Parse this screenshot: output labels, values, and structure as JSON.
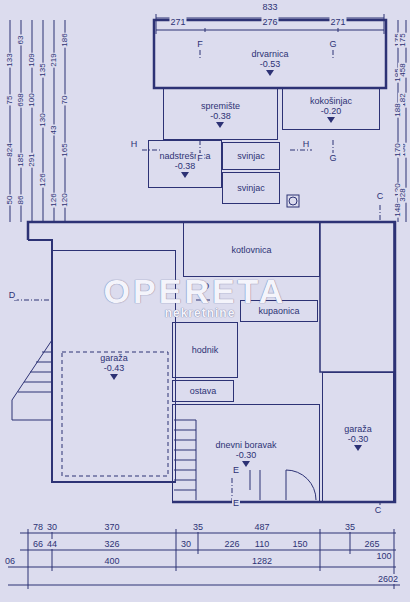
{
  "diagram": {
    "nodes": [
      {
        "text": [
          "drvarnica",
          "-0.53"
        ]
      },
      {
        "text": [
          "spremište",
          "-0.38"
        ]
      },
      {
        "text": [
          "kokošinjac",
          "-0.20"
        ]
      },
      {
        "text": [
          "nadstrešnica",
          "-0.38"
        ]
      },
      {
        "text": [
          "svinjac"
        ]
      },
      {
        "text": [
          "svinjac"
        ]
      },
      {
        "text": [
          "kotlovnica"
        ]
      },
      {
        "text": [
          "kupaonica"
        ]
      },
      {
        "text": [
          "hodnik"
        ]
      },
      {
        "text": [
          "ostava"
        ]
      },
      {
        "text": [
          "garaža",
          "-0.43"
        ]
      },
      {
        "text": [
          "dnevni boravak",
          "-0.30"
        ]
      },
      {
        "text": [
          "garaža",
          "-0.30"
        ]
      }
    ],
    "labels": [
      "833",
      "271",
      "276",
      "271",
      "F",
      "G",
      "H",
      "F",
      "H",
      "G",
      "D",
      "D",
      "C",
      "C",
      "E",
      "E",
      "824",
      "698",
      "291",
      "126",
      "126",
      "186",
      "219",
      "135",
      "109",
      "185",
      "165",
      "133",
      "63",
      "100",
      "130",
      "50",
      "70",
      "86",
      "120",
      "75",
      "43",
      "175",
      "175",
      "185",
      "182",
      "188",
      "138",
      "170",
      "120",
      "328",
      "458",
      "148",
      "78",
      "30",
      "370",
      "35",
      "487",
      "35",
      "66",
      "44",
      "326",
      "30",
      "226",
      "110",
      "150",
      "265",
      "100",
      "06",
      "400",
      "1282",
      "2602",
      "OPERETA",
      "nekretnine"
    ]
  }
}
